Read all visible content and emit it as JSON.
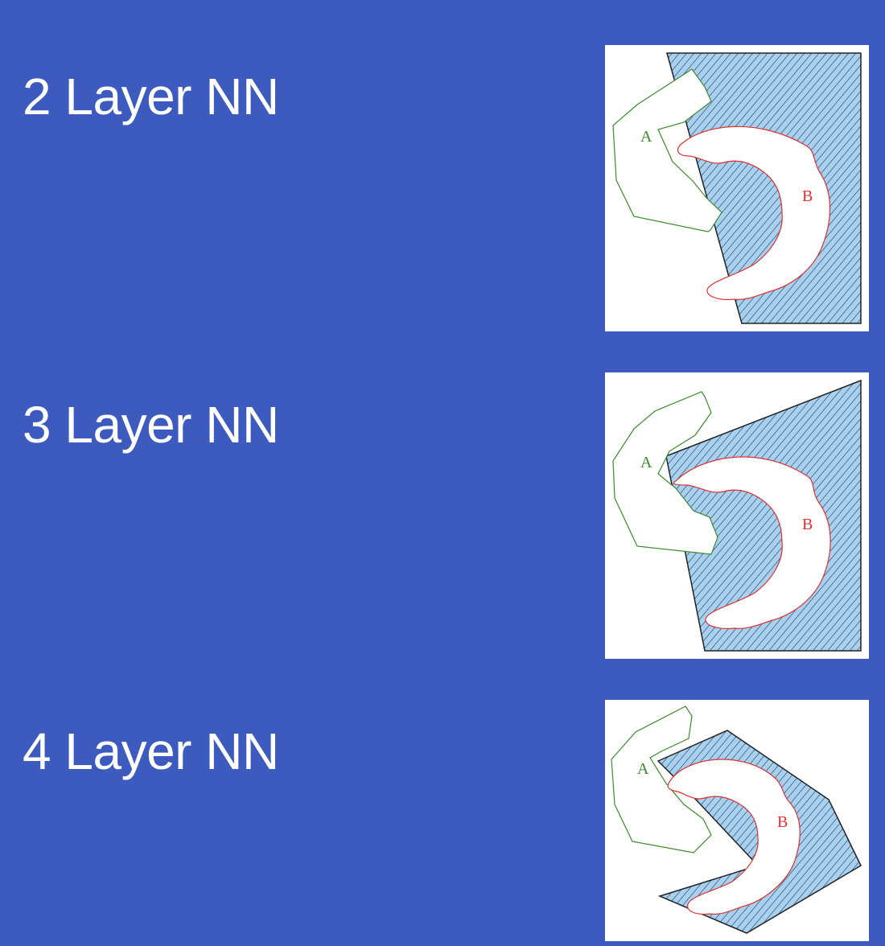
{
  "rows": [
    {
      "title": "2 Layer NN",
      "label_a": "A",
      "label_b": "B"
    },
    {
      "title": "3 Layer NN",
      "label_a": "A",
      "label_b": "B"
    },
    {
      "title": "4 Layer NN",
      "label_a": "A",
      "label_b": "B"
    }
  ],
  "colors": {
    "background": "#3d5bbf",
    "region_fill": "#a8d0ef",
    "class_a": "#3a8a2a",
    "class_b": "#e03030",
    "hatch": "#1a2a4a"
  }
}
